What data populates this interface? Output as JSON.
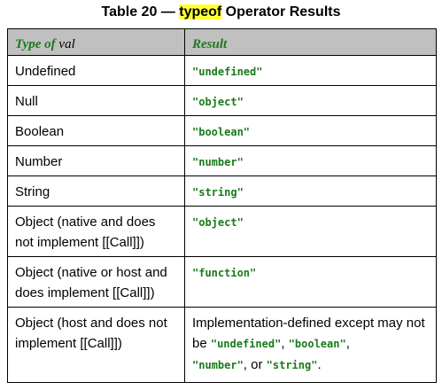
{
  "caption": {
    "prefix": "Table 20 — ",
    "keyword": "typeof",
    "suffix": " Operator Results"
  },
  "header": {
    "type_label": "Type of ",
    "type_val": "val",
    "result_label": "Result"
  },
  "rows": [
    {
      "type": "Undefined",
      "result": "\"undefined\""
    },
    {
      "type": "Null",
      "result": "\"object\""
    },
    {
      "type": "Boolean",
      "result": "\"boolean\""
    },
    {
      "type": "Number",
      "result": "\"number\""
    },
    {
      "type": "String",
      "result": "\"string\""
    },
    {
      "type": "Object (native and does not implement [[Call]])",
      "result": "\"object\""
    },
    {
      "type": "Object (native or host and does implement [[Call]])",
      "result": "\"function\""
    }
  ],
  "last_row": {
    "type": "Object (host and does not implement [[Call]])",
    "text1": "Implementation-defined except may not be ",
    "code1": "\"undefined\"",
    "sep1": ", ",
    "code2": "\"boolean\"",
    "sep2": ", ",
    "code3": "\"number\"",
    "sep3": ", or ",
    "code4": "\"string\"",
    "end": "."
  },
  "colors": {
    "highlight": "#ffff33",
    "header_bg": "#c0c0c0",
    "code_green": "#1a7a1a",
    "border": "#000000"
  }
}
